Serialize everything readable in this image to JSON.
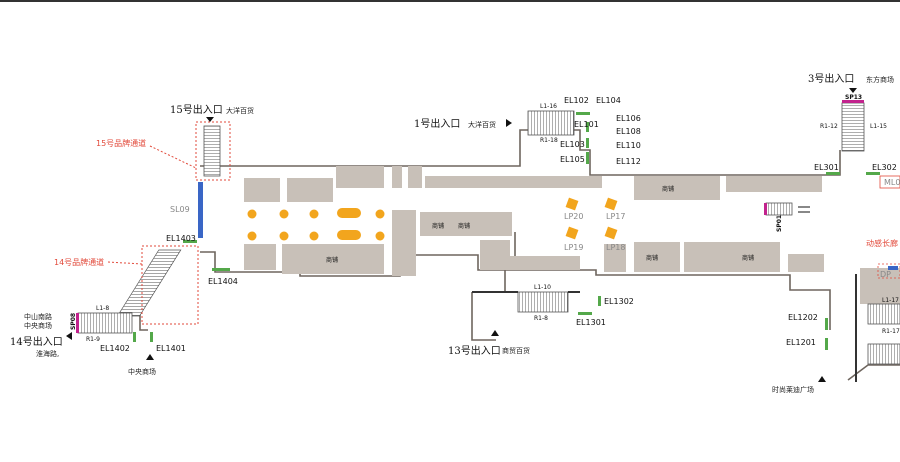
{
  "exits": {
    "e15": {
      "name": "15号出入口",
      "note": "大洋百货"
    },
    "e1": {
      "name": "1号出入口",
      "note": "大洋百货"
    },
    "e3": {
      "name": "3号出入口",
      "note": "东方商场"
    },
    "e14": {
      "name": "14号出入口",
      "note1": "中山南路",
      "note2": "中央商场",
      "note3": "淮海路,"
    },
    "e13": {
      "name": "13号出入口",
      "note": "商贸百货"
    },
    "bottom1": "中央商场",
    "bottom2": "时尚莱迪广场"
  },
  "passages": {
    "p15": "15号品牌通道",
    "p14": "14号品牌通道",
    "dynamic": "动感长廊"
  },
  "escalators": {
    "EL1403": "EL1403",
    "EL1404": "EL1404",
    "EL1402": "EL1402",
    "EL1401": "EL1401",
    "EL102": "EL102",
    "EL104": "EL104",
    "EL101": "EL101",
    "EL103": "EL103",
    "EL105": "EL105",
    "EL106": "EL106",
    "EL108": "EL108",
    "EL110": "EL110",
    "EL112": "EL112",
    "EL301": "EL301",
    "EL302": "EL302",
    "EL1302": "EL1302",
    "EL1301": "EL1301",
    "EL1202": "EL1202",
    "EL1201": "EL1201"
  },
  "stairs": {
    "L1_8": "L1-8",
    "R1_9": "R1-9",
    "L1_16": "L1-16",
    "R1_18": "R1-18",
    "R1_12": "R1-12",
    "L1_15": "L1-15",
    "L1_10": "L1-10",
    "R1_8": "R1-8",
    "L1_17": "L1-17",
    "R1_17": "R1-17"
  },
  "points": {
    "SL09": "SL09",
    "LP20": "LP20",
    "LP17": "LP17",
    "LP19": "LP19",
    "LP18": "LP18",
    "SP13": "SP13",
    "SP08": "SP08",
    "SP01": "SP01",
    "ML0": "ML0",
    "DP": "DP"
  },
  "shops": {
    "label": "商铺"
  },
  "colors": {
    "shop": "#c8c0b8",
    "wall": "#6e655e",
    "escalator": "#54a84a",
    "pillar": "#f2a51d",
    "passage": "#e24a3b",
    "blue": "#3a66c6",
    "magenta": "#c2238d"
  }
}
